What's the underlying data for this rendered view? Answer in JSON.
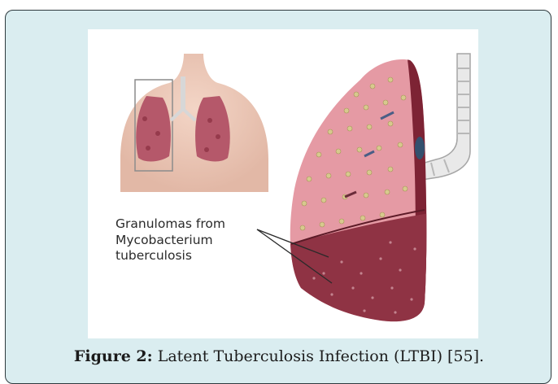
{
  "figure": {
    "callout_text": "Granulomas from\nMycobacterium\ntuberculosis",
    "caption_label": "Figure 2:",
    "caption_text": "Latent Tuberculosis Infection (LTBI) [55]."
  },
  "colors": {
    "panel_background": "#daedf0",
    "panel_border": "#2e3a3e",
    "lung_pink": "#e59aa4",
    "lung_dark": "#7d2334",
    "granuloma": "#d8c98e"
  },
  "icons": [
    "torso-illustration-icon",
    "lung-illustration-icon",
    "trachea-icon"
  ]
}
